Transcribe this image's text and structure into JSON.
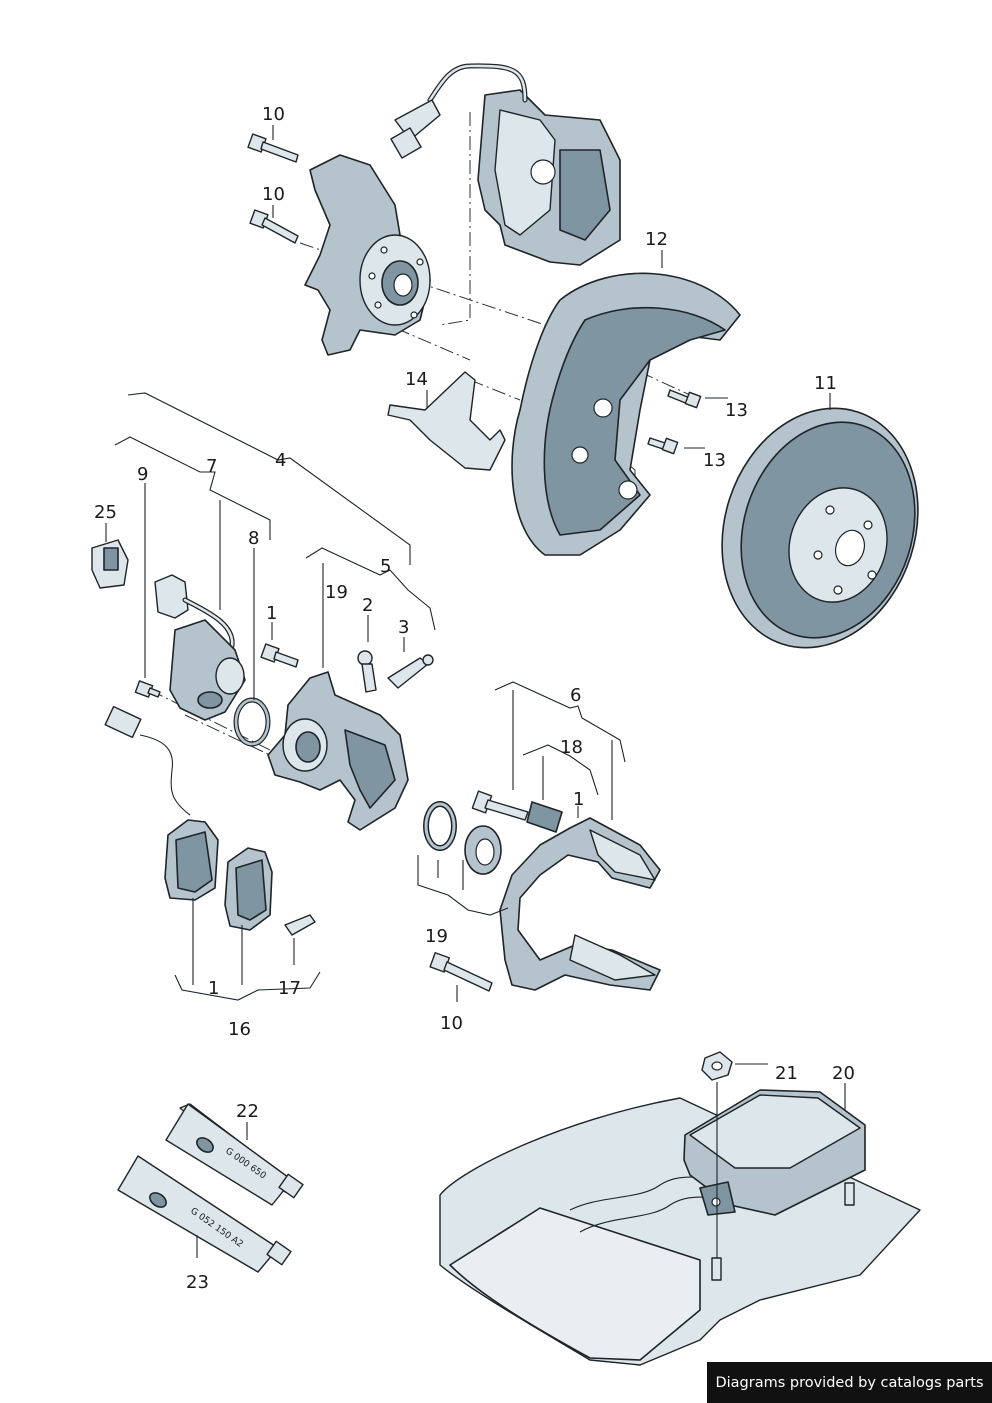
{
  "callouts": {
    "c10a": "10",
    "c10b": "10",
    "c12": "12",
    "c14": "14",
    "c13a": "13",
    "c13b": "13",
    "c11": "11",
    "c4": "4",
    "c9": "9",
    "c7": "7",
    "c25": "25",
    "c8": "8",
    "c5": "5",
    "c19a": "19",
    "c2": "2",
    "c3": "3",
    "c1a": "1",
    "c6": "6",
    "c18": "18",
    "c1b": "1",
    "c19b": "19",
    "c10c": "10",
    "c1c": "1",
    "c17": "17",
    "c16": "16",
    "c22": "22",
    "c23": "23",
    "c21": "21",
    "c20": "20"
  },
  "tubes": {
    "upper_label": "G 000 650",
    "lower_label": "G 052 150 A2"
  },
  "credit": "Diagrams provided by catalogs parts"
}
